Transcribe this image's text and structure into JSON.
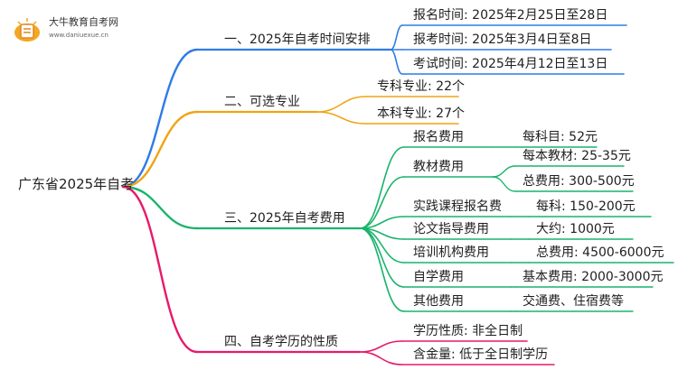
{
  "logo": {
    "name": "大牛教育自考网",
    "url": "www.daniuexue.cn"
  },
  "root": {
    "label": "广东省2025年自考"
  },
  "branches": [
    {
      "label": "一、2025年自考时间安排",
      "color": "#2f7be6",
      "children": [
        {
          "label": "报名时间: 2025年2月25日至28日"
        },
        {
          "label": "报考时间: 2025年3月4日至8日"
        },
        {
          "label": "考试时间: 2025年4月12日至13日"
        }
      ]
    },
    {
      "label": "二、可选专业",
      "color": "#f0a414",
      "children": [
        {
          "label": "专科专业: 22个"
        },
        {
          "label": "本科专业: 27个"
        }
      ]
    },
    {
      "label": "三、2025年自考费用",
      "color": "#19b36b",
      "children": [
        {
          "label": "报名费用",
          "children": [
            {
              "label": "每科目: 52元"
            }
          ]
        },
        {
          "label": "教材费用",
          "children": [
            {
              "label": "每本教材: 25-35元"
            },
            {
              "label": "总费用: 300-500元"
            }
          ]
        },
        {
          "label": "实践课程报名费",
          "children": [
            {
              "label": "每科: 150-200元"
            }
          ]
        },
        {
          "label": "论文指导费用",
          "children": [
            {
              "label": "大约: 1000元"
            }
          ]
        },
        {
          "label": "培训机构费用",
          "children": [
            {
              "label": "总费用: 4500-6000元"
            }
          ]
        },
        {
          "label": "自学费用",
          "children": [
            {
              "label": "基本费用: 2000-3000元"
            }
          ]
        },
        {
          "label": "其他费用",
          "children": [
            {
              "label": "交通费、住宿费等"
            }
          ]
        }
      ]
    },
    {
      "label": "四、自考学历的性质",
      "color": "#e8196b",
      "children": [
        {
          "label": "学历性质: 非全日制"
        },
        {
          "label": "含金量: 低于全日制学历"
        }
      ]
    }
  ]
}
